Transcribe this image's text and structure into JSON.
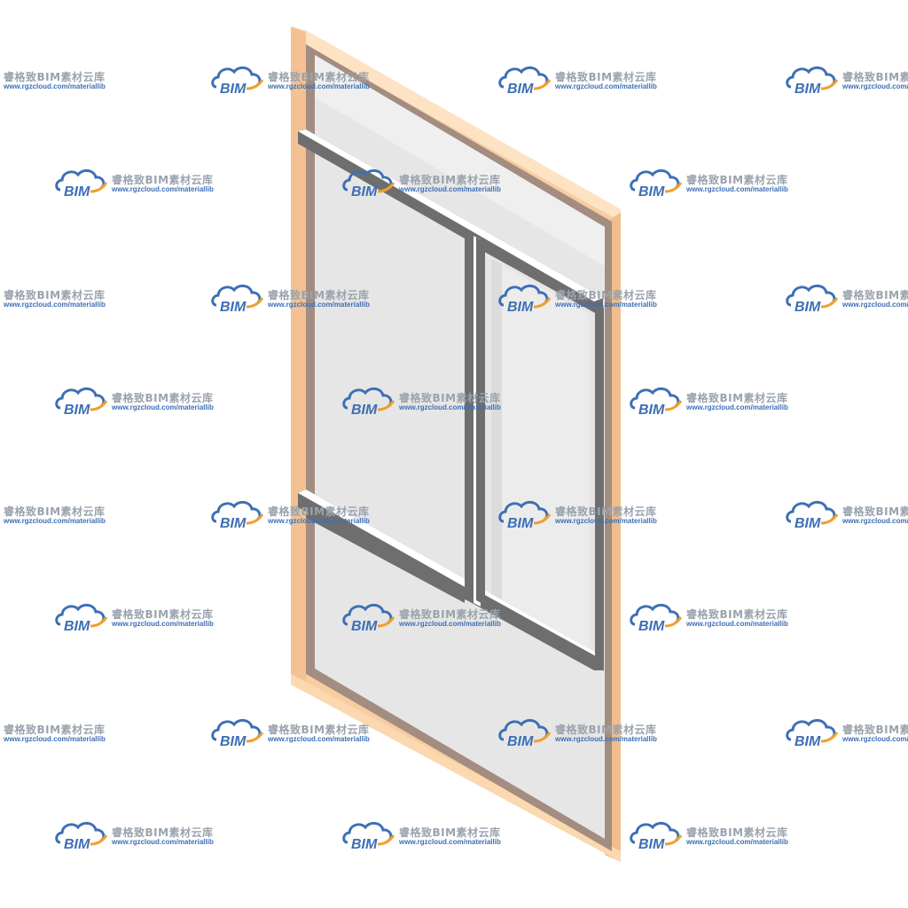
{
  "scene": {
    "subject": "window-3d-model",
    "colors": {
      "background": "#ffffff",
      "outer_frame": "#f5c99a",
      "outer_frame_light": "#fde0bd",
      "outer_frame_shadow": "#a88e80",
      "glass": "#e4e4e4",
      "glass_light": "#f1f1f1",
      "mullion": "#6e6e6e",
      "mullion_light": "#ffffff"
    }
  },
  "watermark": {
    "logo_text": "BIM",
    "brand": "睿格致BIM素材云库",
    "url": "www.rgzcloud.com/materiallib",
    "colors": {
      "logo_blue": "#3d6fb5",
      "logo_orange": "#f0a030",
      "brand_gray": "#9aa3ad"
    }
  }
}
